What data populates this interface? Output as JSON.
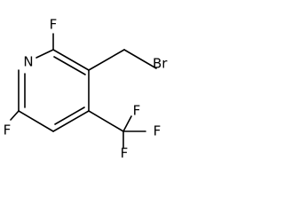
{
  "molecule": {
    "atoms": {
      "n1": "N",
      "f2": "F",
      "f6": "F",
      "br": "Br",
      "cf3_f_top": "F",
      "cf3_f_right": "F",
      "cf3_f_bottom": "F"
    }
  }
}
